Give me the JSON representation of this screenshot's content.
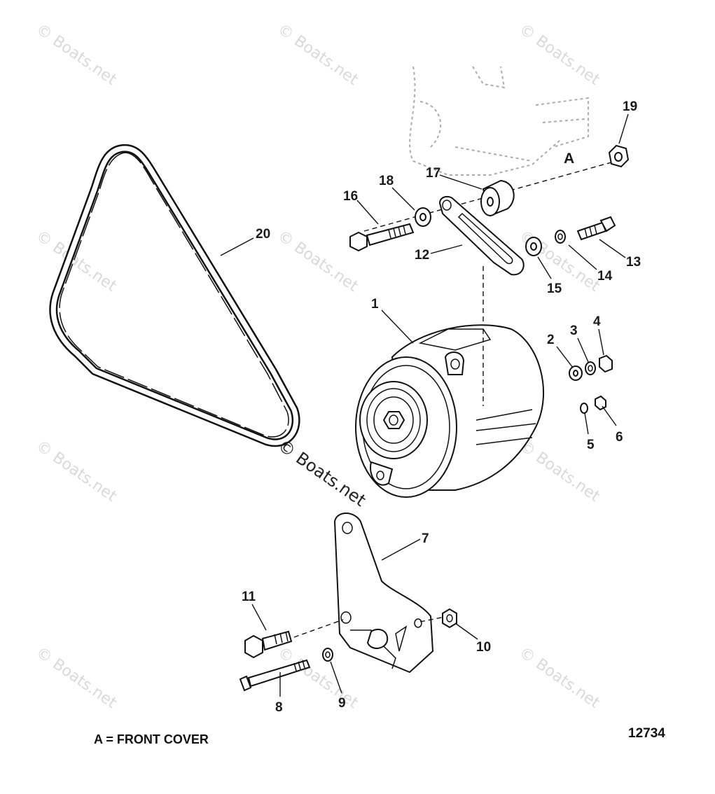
{
  "watermark": "© Boats.net",
  "figure_number": "12734",
  "legend": "A = FRONT COVER",
  "reference_letter": "A",
  "callouts": [
    "1",
    "2",
    "3",
    "4",
    "5",
    "6",
    "7",
    "8",
    "9",
    "10",
    "11",
    "12",
    "13",
    "14",
    "15",
    "16",
    "17",
    "18",
    "19",
    "20"
  ]
}
